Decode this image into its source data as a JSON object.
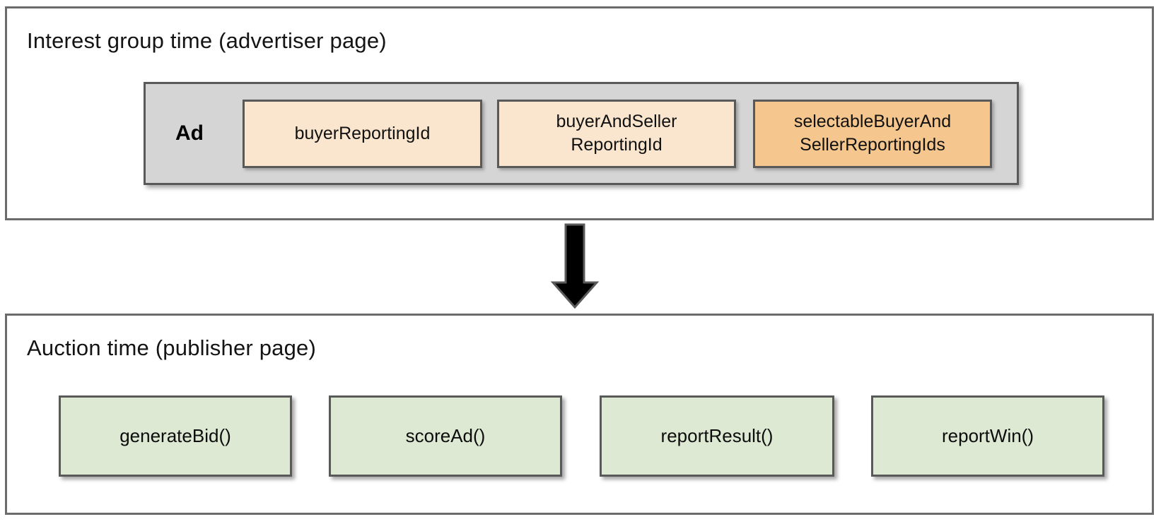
{
  "sections": {
    "interest_group": {
      "title": "Interest group time (advertiser page)",
      "ad_label": "Ad",
      "boxes": [
        {
          "label": "buyerReportingId",
          "variant": "peach"
        },
        {
          "label": "buyerAndSeller\nReportingId",
          "variant": "peach"
        },
        {
          "label": "selectableBuyerAnd\nSellerReportingIds",
          "variant": "orange"
        }
      ]
    },
    "auction": {
      "title": "Auction time (publisher page)",
      "functions": [
        {
          "label": "generateBid()"
        },
        {
          "label": "scoreAd()"
        },
        {
          "label": "reportResult()"
        },
        {
          "label": "reportWin()"
        }
      ]
    }
  },
  "icons": {
    "down_arrow": "down-arrow"
  },
  "colors": {
    "peach_box": "#fae6ce",
    "orange_box": "#f5c78e",
    "ad_container": "#d5d5d5",
    "green_box": "#dde9d3",
    "box_border": "#595959",
    "section_border": "#6b6b6b",
    "arrow_fill": "#000000"
  }
}
